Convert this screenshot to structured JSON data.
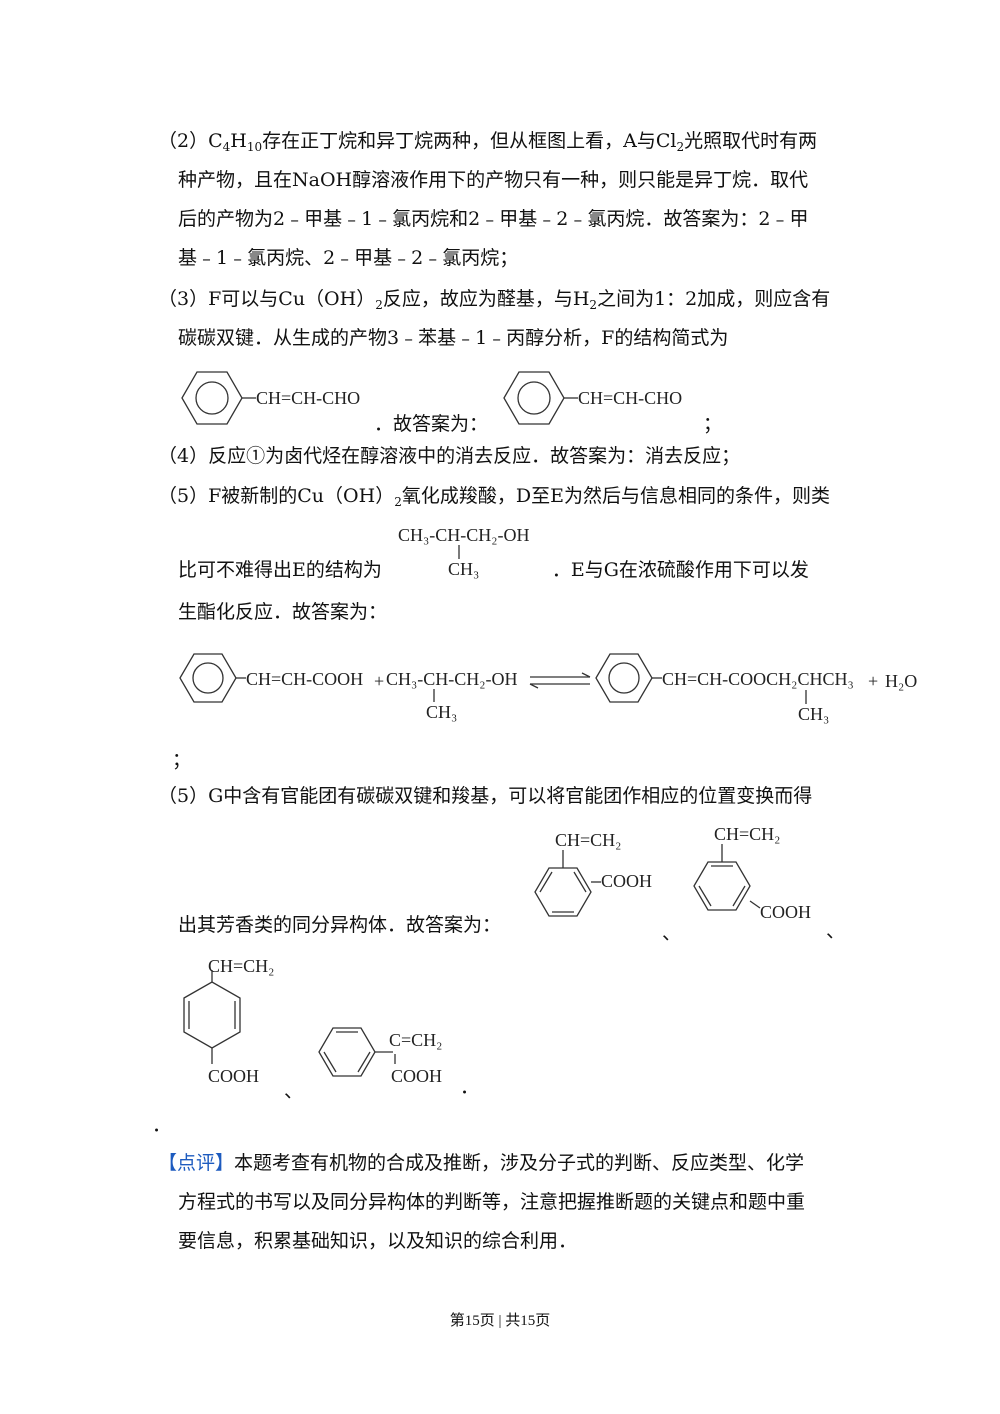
{
  "p2": {
    "prefix": "（2）",
    "l1_a": "C",
    "l1_sub1": "4",
    "l1_b": "H",
    "l1_sub2": "10",
    "l1_c": "存在正丁烷和异丁烷两种，但从框图上看，A与Cl",
    "l1_sub3": "2",
    "l1_d": "光照取代时有两",
    "l2": "种产物，且在NaOH醇溶液作用下的产物只有一种，则只能是异丁烷．取代",
    "l3": "后的产物为2﹣甲基﹣1﹣氯丙烷和2﹣甲基﹣2﹣氯丙烷．故答案为：2﹣甲",
    "l4": "基﹣1﹣氯丙烷、2﹣甲基﹣2﹣氯丙烷；"
  },
  "p3": {
    "prefix": "（3）",
    "l1_a": "F可以与Cu（OH）",
    "l1_sub1": "2",
    "l1_b": "反应，故应为醛基，与H",
    "l1_sub2": "2",
    "l1_c": "之间为1：2加成，则应含有",
    "l2": "碳碳双键．从生成的产物3﹣苯基﹣1﹣丙醇分析，F的结构简式为",
    "struct_label": "CH=CH-CHO",
    "mid_text": "．故答案为：",
    "end_text": "；"
  },
  "p4": {
    "text": "（4）反应①为卤代烃在醇溶液中的消去反应．故答案为：消去反应；"
  },
  "p5": {
    "l1_a": "（5）F被新制的Cu（OH）",
    "l1_sub1": "2",
    "l1_b": "氧化成羧酸，D至E为然后与信息相同的条件，则类",
    "e_top": "CH₃-CH-CH₂-OH",
    "e_ch3": "CH₃",
    "l2_a": "比可不难得出E的结构为",
    "l2_b": "．E与G在浓硫酸作用下可以发",
    "l3": "生酯化反应．故答案为：",
    "eq_acid": "CH=CH-COOH",
    "eq_plus1": "+",
    "eq_alcohol": "CH₃-CH-CH₂-OH",
    "eq_alcohol_ch3": "CH₃",
    "eq_ester": "CH=CH-COOCH₂CHCH₃",
    "eq_ester_ch3": "CH₃",
    "eq_plus2": "+",
    "eq_water": "H₂O",
    "semicolon": "；"
  },
  "p6": {
    "l1": "（5）G中含有官能团有碳碳双键和羧基，可以将官能团作相应的位置变换而得",
    "l2": "出其芳香类的同分异构体．故答案为：",
    "iso1_top": "CH=CH₂",
    "iso1_side": "COOH",
    "sep1": "、",
    "iso2_top": "CH=CH₂",
    "iso2_side": "COOH",
    "sep2": "、",
    "iso3_top": "CH=CH₂",
    "iso3_bottom": "COOH",
    "sep3": "、",
    "iso4_top": "C=CH₂",
    "iso4_bottom": "COOH",
    "end": "．",
    "dot": "．"
  },
  "review": {
    "tag": "【点评】",
    "l1": "本题考查有机物的合成及推断，涉及分子式的判断、反应类型、化学",
    "l2": "方程式的书写以及同分异构体的判断等，注意把握推断题的关键点和题中重",
    "l3": "要信息，积累基础知识，以及知识的综合利用．"
  },
  "footer": "第15页 | 共15页"
}
